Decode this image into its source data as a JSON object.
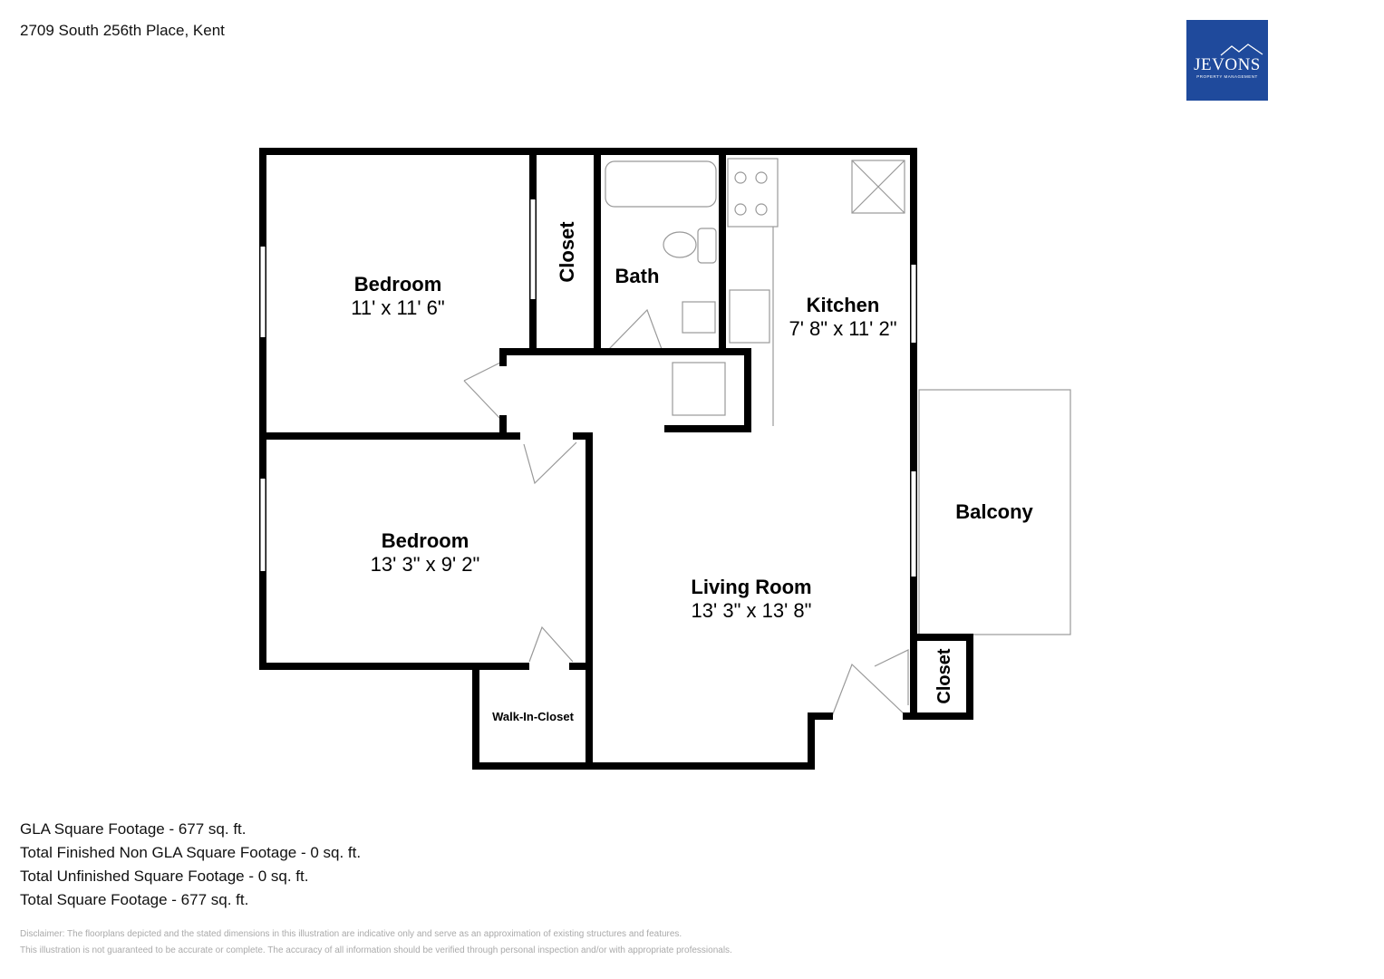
{
  "header": {
    "address": "2709 South 256th Place, Kent"
  },
  "logo": {
    "name": "JEVONS",
    "tagline": "PROPERTY MANAGEMENT",
    "color": "#1f4a9c"
  },
  "rooms": {
    "bedroom1": {
      "label": "Bedroom",
      "dims": "11' x 11' 6\""
    },
    "closet1": {
      "label": "Closet"
    },
    "bath": {
      "label": "Bath"
    },
    "kitchen": {
      "label": "Kitchen",
      "dims": "7' 8\" x 11' 2\""
    },
    "bedroom2": {
      "label": "Bedroom",
      "dims": "13' 3\" x 9' 2\""
    },
    "living": {
      "label": "Living Room",
      "dims": "13' 3\" x 13' 8\""
    },
    "balcony": {
      "label": "Balcony"
    },
    "closet2": {
      "label": "Closet"
    },
    "walkin": {
      "label": "Walk-In-Closet"
    }
  },
  "stats": [
    "GLA Square Footage - 677 sq. ft.",
    "Total Finished Non GLA Square Footage - 0 sq. ft.",
    "Total Unfinished Square Footage - 0 sq. ft.",
    "Total Square Footage - 677 sq. ft."
  ],
  "disclaimer": [
    "Disclaimer: The floorplans depicted and the stated dimensions in this illustration are indicative only and serve as an approximation of existing structures and features.",
    "This illustration is not guaranteed to be accurate or complete. The accuracy of all information should be verified through personal inspection and/or with appropriate professionals."
  ]
}
